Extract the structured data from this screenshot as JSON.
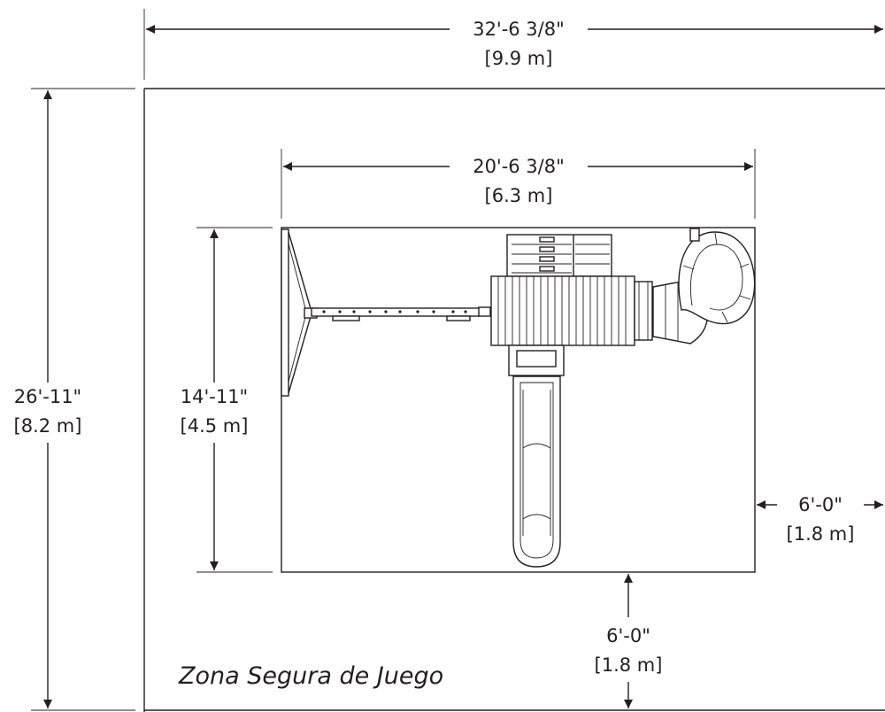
{
  "overall_width": {
    "imperial": "32'-6 3/8\"",
    "metric": "[9.9 m]"
  },
  "overall_depth": {
    "imperial": "26'-11\"",
    "metric": "[8.2 m]"
  },
  "structure_width": {
    "imperial": "20'-6 3/8\"",
    "metric": "[6.3 m]"
  },
  "structure_depth": {
    "imperial": "14'-11\"",
    "metric": "[4.5 m]"
  },
  "side_clearance": {
    "imperial": "6'-0\"",
    "metric": "[1.8 m]"
  },
  "front_clearance": {
    "imperial": "6'-0\"",
    "metric": "[1.8 m]"
  },
  "zone_label": "Zona Segura de Juego",
  "colors": {
    "line": "#231f20",
    "background": "#ffffff"
  }
}
